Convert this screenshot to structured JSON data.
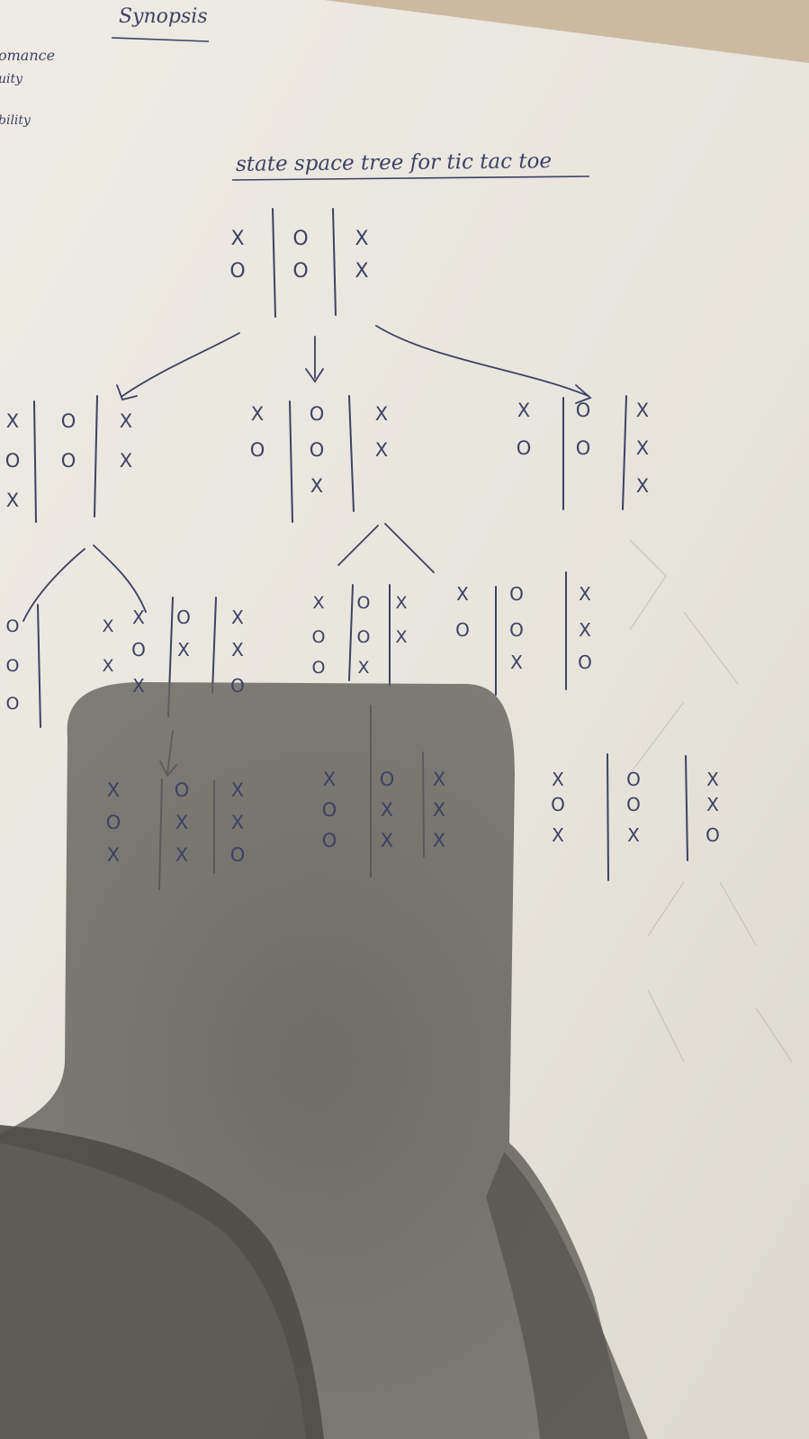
{
  "heading": "Synopsis",
  "margin_notes": [
    "omance",
    "uity",
    "bility"
  ],
  "title": "state space tree for tic tac toe",
  "colors": {
    "paper": "#ece9e1",
    "ink": "#3d4263",
    "shadow": "#5a5852"
  },
  "boards": [
    {
      "id": "root",
      "cells": [
        [
          "X",
          "O",
          "X"
        ],
        [
          "O",
          "O",
          "X"
        ],
        [
          "",
          "",
          ""
        ]
      ]
    },
    {
      "id": "l1-left",
      "cells": [
        [
          "X",
          "O",
          "X"
        ],
        [
          "O",
          "O",
          "X"
        ],
        [
          "X",
          "",
          ""
        ]
      ]
    },
    {
      "id": "l1-mid",
      "cells": [
        [
          "X",
          "O",
          "X"
        ],
        [
          "O",
          "O",
          "X"
        ],
        [
          "",
          "X",
          ""
        ]
      ]
    },
    {
      "id": "l1-right",
      "cells": [
        [
          "X",
          "O",
          "X"
        ],
        [
          "O",
          "O",
          "X"
        ],
        [
          "",
          "",
          "X"
        ]
      ]
    },
    {
      "id": "l2-a",
      "cells": [
        [
          "O",
          "",
          "X"
        ],
        [
          "O",
          "",
          "X"
        ],
        [
          "O",
          "",
          ""
        ]
      ]
    },
    {
      "id": "l2-b",
      "cells": [
        [
          "X",
          "O",
          "X"
        ],
        [
          "O",
          "X",
          "X"
        ],
        [
          "X",
          "",
          "O"
        ]
      ]
    },
    {
      "id": "l2-c",
      "cells": [
        [
          "X",
          "O",
          "X"
        ],
        [
          "O",
          "O",
          "X"
        ],
        [
          "O",
          "X",
          ""
        ]
      ]
    },
    {
      "id": "l2-d",
      "cells": [
        [
          "X",
          "O",
          "X"
        ],
        [
          "O",
          "O",
          "X"
        ],
        [
          "",
          "X",
          "O"
        ]
      ]
    },
    {
      "id": "l3-a",
      "cells": [
        [
          "X",
          "O",
          "X"
        ],
        [
          "O",
          "X",
          "X"
        ],
        [
          "X",
          "X",
          "O"
        ]
      ]
    },
    {
      "id": "l3-b",
      "cells": [
        [
          "X",
          "O",
          "X"
        ],
        [
          "O",
          "X",
          "X"
        ],
        [
          "O",
          "X",
          "X"
        ]
      ]
    },
    {
      "id": "l3-c",
      "cells": [
        [
          "X",
          "O",
          "X"
        ],
        [
          "O",
          "O",
          "X"
        ],
        [
          "X",
          "X",
          "O"
        ]
      ]
    }
  ]
}
